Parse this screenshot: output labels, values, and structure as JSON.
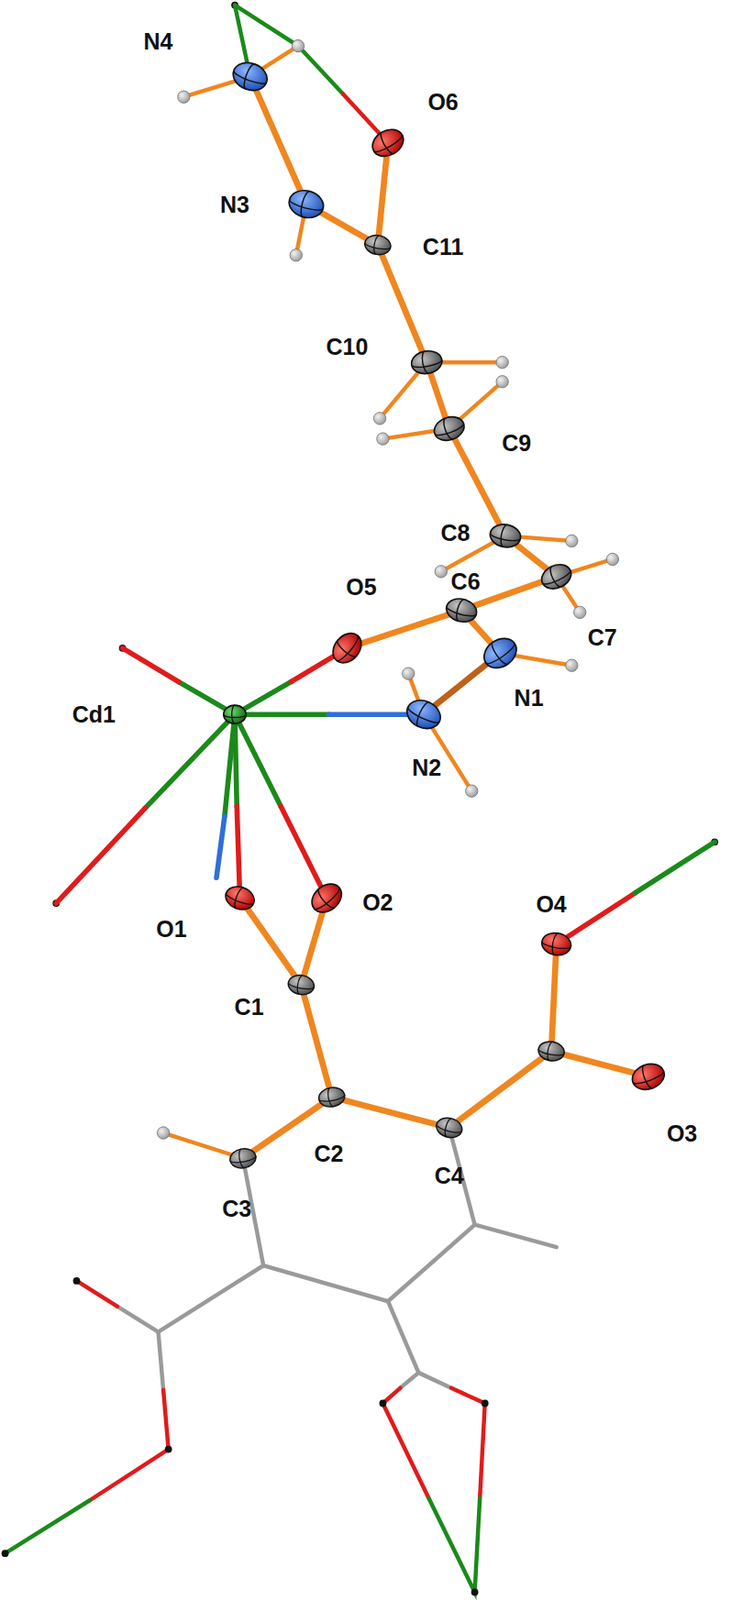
{
  "diagram": {
    "labels": [
      "N4",
      "O6",
      "N3",
      "C11",
      "C10",
      "C9",
      "C8",
      "C7",
      "O5",
      "C6",
      "N1",
      "Cd1",
      "N2",
      "O4",
      "O1",
      "O2",
      "C1",
      "O3",
      "C2",
      "C4",
      "C3"
    ]
  }
}
